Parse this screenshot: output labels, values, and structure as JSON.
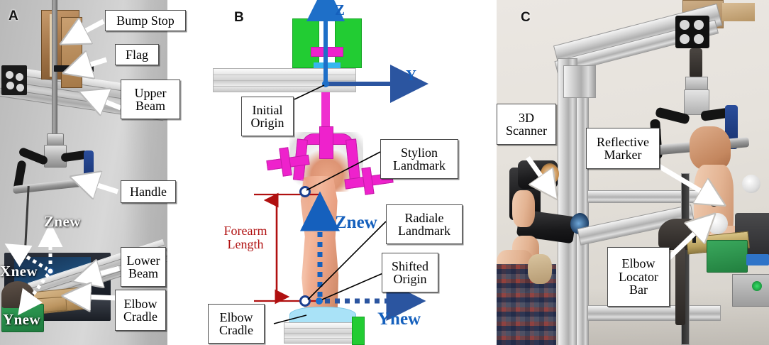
{
  "figure": {
    "panels": [
      {
        "id": "A",
        "letter": "A"
      },
      {
        "id": "B",
        "letter": "B"
      },
      {
        "id": "C",
        "letter": "C"
      }
    ]
  },
  "panel_a": {
    "letter": "A",
    "labels": [
      {
        "name": "bump-stop",
        "text": "Bump Stop"
      },
      {
        "name": "flag",
        "text": "Flag"
      },
      {
        "name": "upper-beam",
        "text": "Upper Beam"
      },
      {
        "name": "handle",
        "text": "Handle"
      },
      {
        "name": "lower-beam",
        "text": "Lower Beam"
      },
      {
        "name": "elbow-cradle",
        "text": "Elbow Cradle"
      }
    ],
    "axes": [
      {
        "name": "znew",
        "text": "Znew"
      },
      {
        "name": "xnew",
        "text": "Xnew"
      },
      {
        "name": "ynew",
        "text": "Ynew"
      }
    ],
    "axis_color": "#ffffff"
  },
  "panel_b": {
    "letter": "B",
    "labels": [
      {
        "name": "initial-origin",
        "text": "Initial Origin"
      },
      {
        "name": "stylion-landmark",
        "text": "Stylion Landmark"
      },
      {
        "name": "radiale-landmark",
        "text": "Radiale Landmark"
      },
      {
        "name": "shifted-origin",
        "text": "Shifted Origin"
      },
      {
        "name": "elbow-cradle",
        "text": "Elbow Cradle"
      }
    ],
    "axes_global": [
      {
        "name": "z-axis",
        "text": "Z"
      },
      {
        "name": "y-axis",
        "text": "Y"
      }
    ],
    "axes_local": [
      {
        "name": "znew",
        "text": "Znew"
      },
      {
        "name": "ynew",
        "text": "Ynew"
      }
    ],
    "dimension": {
      "name": "forearm-length",
      "line1": "Forearm",
      "line2": "Length"
    },
    "colors": {
      "axis_z": "#1e6fc8",
      "axis_y": "#2b55a0",
      "local_axis": "#1560bd",
      "dimension": "#b01010",
      "fixture": "#ee22cc",
      "green_block": "#22cc33",
      "cradle": "#a9e2f7",
      "skin": "#e8a183"
    }
  },
  "panel_c": {
    "letter": "C",
    "labels": [
      {
        "name": "3d-scanner",
        "text": "3D Scanner"
      },
      {
        "name": "reflective-marker",
        "text": "Reflective Marker"
      },
      {
        "name": "elbow-locator-bar",
        "text": "Elbow Locator Bar"
      }
    ]
  }
}
